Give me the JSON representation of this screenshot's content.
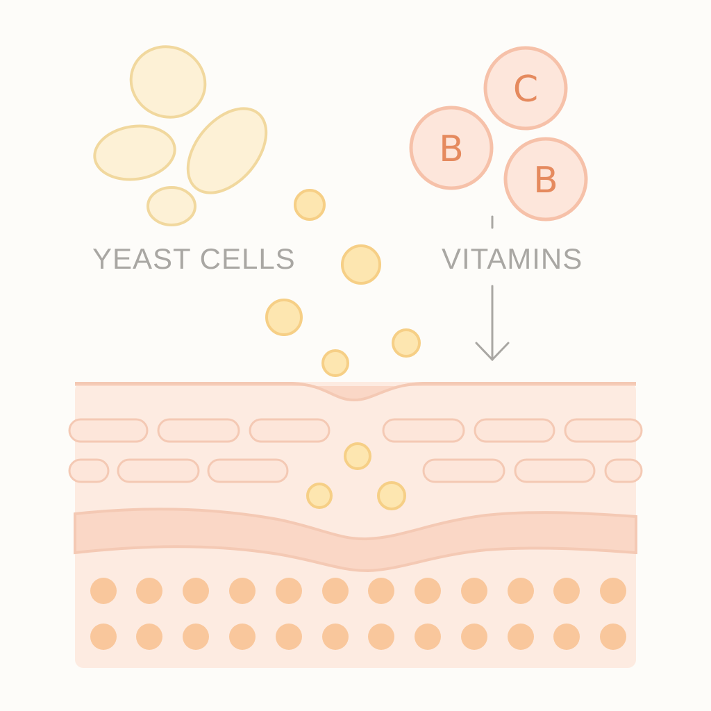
{
  "labels": {
    "yeast": "YEAST CELLS",
    "vitamins": "VITAMINS"
  },
  "vitamins": [
    {
      "letter": "C"
    },
    {
      "letter": "B"
    },
    {
      "letter": "B"
    }
  ],
  "colors": {
    "background": "#fdfcf9",
    "yeast_fill": "#fdf1d6",
    "yeast_stroke": "#f1d89e",
    "particle_fill": "#fde6b0",
    "particle_stroke": "#f6cf86",
    "vitamin_fill": "#fde6db",
    "vitamin_stroke": "#f6c1a9",
    "vitamin_text": "#e58a5e",
    "skin_fill": "#fdebe1",
    "skin_stroke": "#f4c9b4",
    "dermis_fill": "#fad7c6",
    "deep_cell_fill": "#f9c79c",
    "label_text": "#a9a7a3",
    "arrow": "#a9a7a3"
  }
}
